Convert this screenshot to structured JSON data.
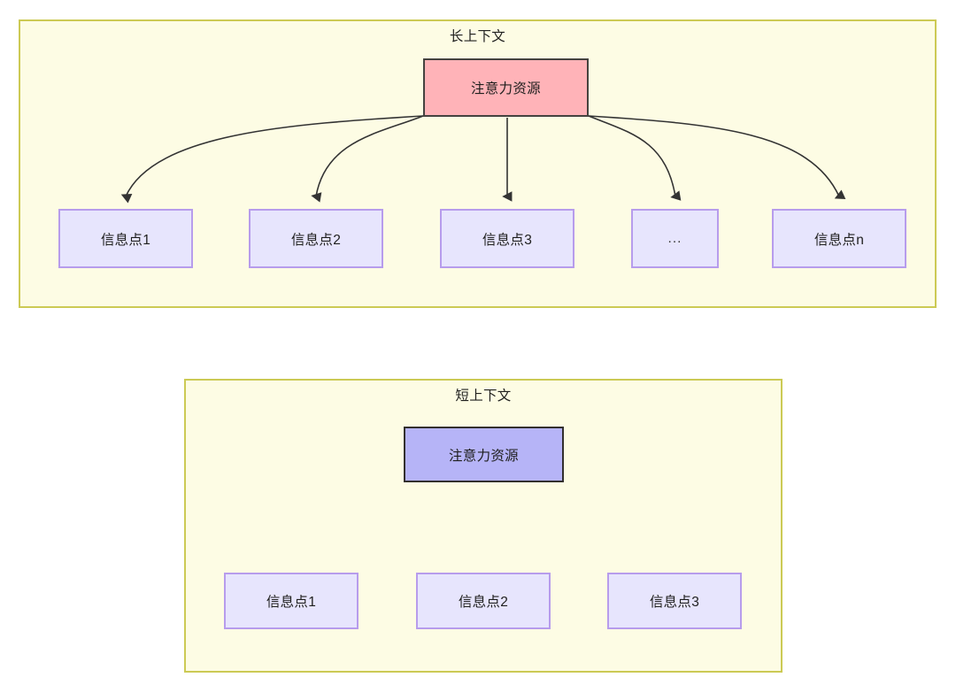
{
  "diagram": {
    "type": "hierarchy-comparison",
    "background_color": "#ffffff",
    "panels": [
      {
        "id": "long-context",
        "title": "长上下文",
        "frame_fill": "#fdfce4",
        "frame_border": "#ccca54",
        "root": {
          "label": "注意力资源",
          "fill": "#ffb3b8",
          "border": "#46423f"
        },
        "children": [
          {
            "label": "信息点1",
            "fill": "#e7e5fd",
            "border": "#b79cec"
          },
          {
            "label": "信息点2",
            "fill": "#e7e5fd",
            "border": "#b79cec"
          },
          {
            "label": "信息点3",
            "fill": "#e7e5fd",
            "border": "#b79cec"
          },
          {
            "label": "...",
            "fill": "#e7e5fd",
            "border": "#b79cec"
          },
          {
            "label": "信息点n",
            "fill": "#e7e5fd",
            "border": "#b79cec"
          }
        ]
      },
      {
        "id": "short-context",
        "title": "短上下文",
        "frame_fill": "#fdfce4",
        "frame_border": "#ccca54",
        "root": {
          "label": "注意力资源",
          "fill": "#b6b4f7",
          "border": "#322f2d"
        },
        "children": [
          {
            "label": "信息点1",
            "fill": "#e7e5fd",
            "border": "#b79cec"
          },
          {
            "label": "信息点2",
            "fill": "#e7e5fd",
            "border": "#b79cec"
          },
          {
            "label": "信息点3",
            "fill": "#e7e5fd",
            "border": "#b79cec"
          }
        ]
      }
    ],
    "edge_color": "#333333"
  }
}
